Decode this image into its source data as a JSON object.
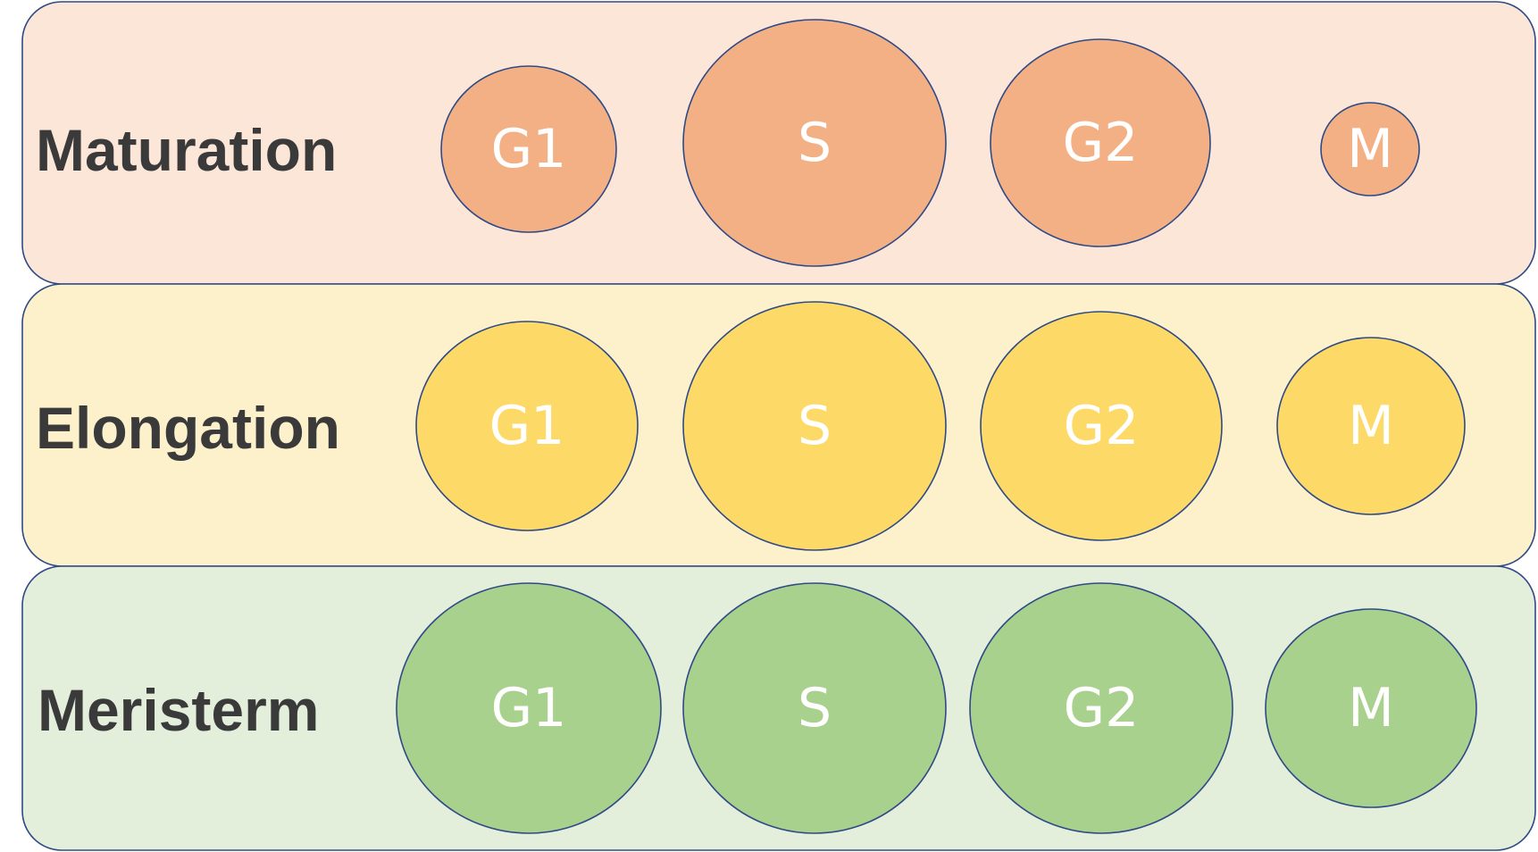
{
  "diagram": {
    "stroke_color": "#2f4a86",
    "bands": [
      {
        "label": "Maturation",
        "band_color": "#fce6d8",
        "circle_color": "#f3b085",
        "phases": [
          {
            "label": "G1"
          },
          {
            "label": "S"
          },
          {
            "label": "G2"
          },
          {
            "label": "M"
          }
        ]
      },
      {
        "label": "Elongation",
        "band_color": "#fdf1cc",
        "circle_color": "#fdda68",
        "phases": [
          {
            "label": "G1"
          },
          {
            "label": "S"
          },
          {
            "label": "G2"
          },
          {
            "label": "M"
          }
        ]
      },
      {
        "label": "Meristerm",
        "band_color": "#e3eedb",
        "circle_color": "#a8d18d",
        "phases": [
          {
            "label": "G1"
          },
          {
            "label": "S"
          },
          {
            "label": "G2"
          },
          {
            "label": "M"
          }
        ]
      }
    ]
  }
}
